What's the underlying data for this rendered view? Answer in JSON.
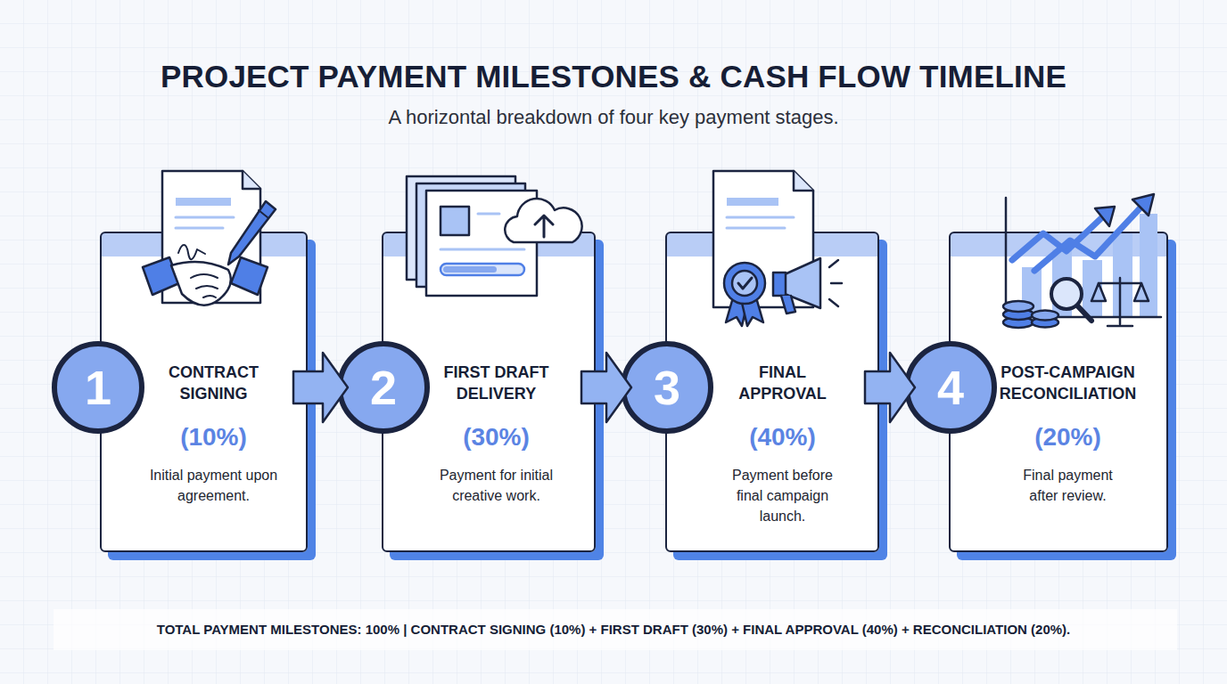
{
  "diagram": {
    "title": "PROJECT PAYMENT MILESTONES & CASH FLOW TIMELINE",
    "caption": "A horizontal breakdown of four key payment stages.",
    "nodes": [
      {
        "text": [
          "1"
        ]
      },
      {
        "text": [
          "CONTRACT SIGNING",
          "(10%)",
          "Initial payment upon agreement."
        ]
      },
      {
        "text": [
          "2"
        ]
      },
      {
        "text": [
          "FIRST DRAFT DELIVERY",
          "(30%)",
          "Payment for initial creative work."
        ]
      },
      {
        "text": [
          "3"
        ]
      },
      {
        "text": [
          "FINAL APPROVAL",
          "(40%)",
          "Payment before final campaign launch."
        ]
      },
      {
        "text": [
          "4"
        ]
      },
      {
        "text": [
          "POST-CAMPAIGN RECONCILIATION",
          "(20%)",
          "Final payment after review."
        ]
      }
    ],
    "edges": [
      {
        "from": 1,
        "to": 2,
        "arrow": "to"
      },
      {
        "from": 3,
        "to": 4,
        "arrow": "to"
      },
      {
        "from": 5,
        "to": 6,
        "arrow": "to"
      }
    ],
    "labels": [
      "TOTAL PAYMENT MILESTONES: 100% | CONTRACT SIGNING (10%) + FIRST DRAFT (30%) + FINAL APPROVAL (40%) + RECONCILIATION (20%)."
    ]
  }
}
